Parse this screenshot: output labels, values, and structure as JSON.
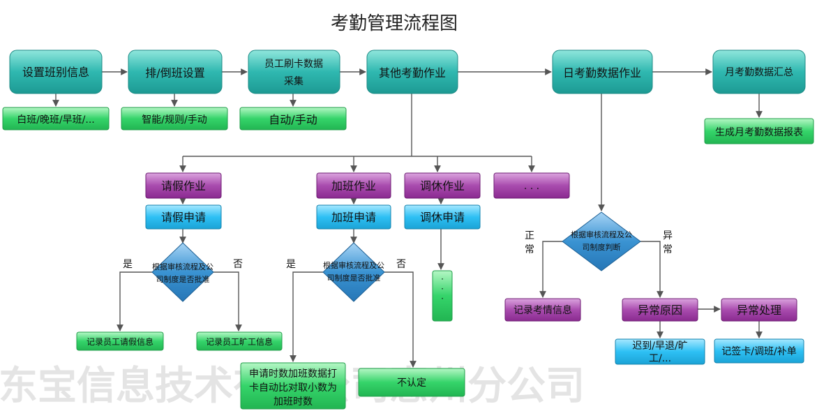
{
  "title": "考勤管理流程图",
  "colors": {
    "teal": "#2fb8b0",
    "green": "#35d46a",
    "purple": "#9a2d9e",
    "cyan": "#25b9f0",
    "diamond": "#2f86c8"
  },
  "nodes": {
    "shift_info": "设置班别信息",
    "shift_types": "白班/晚班/早班/...",
    "scheduling": "排/倒班设置",
    "scheduling_modes": "智能/规则/手动",
    "card_data_1": "员工刷卡数据",
    "card_data_2": "采集",
    "card_modes": "自动/手动",
    "other_ops": "其他考勤作业",
    "daily_ops": "日考勤数据作业",
    "monthly_summary": "月考勤数据汇总",
    "monthly_report": "生成月考勤数据报表",
    "leave_op": "请假作业",
    "leave_apply": "请假申请",
    "overtime_op": "加班作业",
    "overtime_apply": "加班申请",
    "off_op": "调休作业",
    "off_apply": "调休申请",
    "more_op": ". . .",
    "approve_1a": "根据审核流程及公",
    "approve_1b": "司制度是否批准",
    "approve_2a": "根据审核流程及公",
    "approve_2b": "司制度是否批准",
    "judge_a": "根据审核流程及公",
    "judge_b": "司制度判断",
    "record_leave": "记录员工请假信息",
    "record_absent": "记录员工旷工信息",
    "ot_hours_1": "申请时数加班数据打",
    "ot_hours_2": "卡自动比对取小数为",
    "ot_hours_3": "加班时数",
    "not_approved": "不认定",
    "off_dots": "·",
    "record_attendance": "记录考情信息",
    "abnormal_reason": "异常原因",
    "abnormal_handle": "异常处理",
    "abnormal_types_1": "迟到/早退/旷",
    "abnormal_types_2": "工/...",
    "handle_types": "记签卡/调班/补单"
  },
  "edge_labels": {
    "yes": "是",
    "no": "否",
    "normal_1": "正",
    "normal_2": "常",
    "abnormal_1": "异",
    "abnormal_2": "常"
  },
  "watermark": "东宝信息技术有限公司惠州分公司"
}
